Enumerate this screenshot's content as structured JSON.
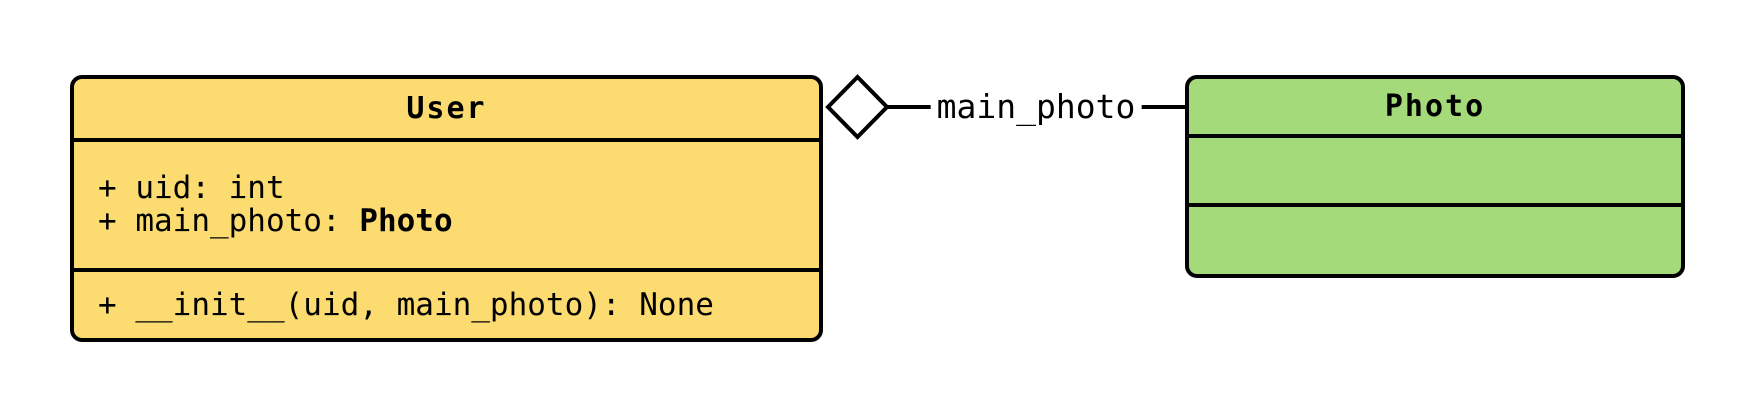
{
  "diagram": {
    "type": "uml-class-diagram",
    "background": "#FFFFFF"
  },
  "colors": {
    "user_fill": "#FCDB70",
    "photo_fill": "#A5DA7A",
    "stroke": "#000000",
    "diamond_fill": "#FFFFFF"
  },
  "user_class": {
    "title": "User",
    "attributes": {
      "uid": "+ uid: int",
      "main_photo_prefix": "+ main_photo: ",
      "main_photo_type": "Photo"
    },
    "methods": {
      "init": "+ __init__(uid, main_photo): None"
    }
  },
  "photo_class": {
    "title": "Photo"
  },
  "relationship": {
    "label": "main_photo",
    "type": "aggregation",
    "diamond": "open-diamond"
  }
}
